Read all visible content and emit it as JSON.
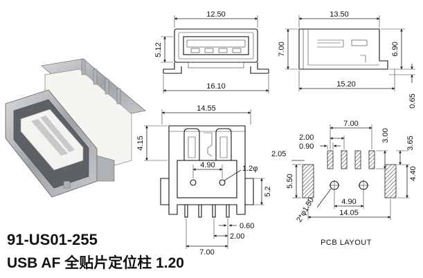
{
  "title": {
    "part_number": "91-US01-255",
    "description": "USB AF 全贴片定位柱 1.20"
  },
  "front_view": {
    "width": "12.50",
    "height": "5.12",
    "total_width": "16.10"
  },
  "side_view": {
    "length": "13.50",
    "height": "7.00",
    "pin_height": "6.90",
    "base_length": "15.20",
    "pin_offset": "0.65"
  },
  "bottom_view": {
    "width": "14.55",
    "height": "4.15",
    "post_spacing": "4.90",
    "post_dia": "1.2φ",
    "side_height": "5.2",
    "pin_width": "0.60",
    "pin_pitch": "2.00",
    "pin_span": "7.00"
  },
  "pcb_layout": {
    "caption": "PCB LAYOUT",
    "pad_span": "7.00",
    "pin_pitch": "2.00",
    "pad_width": "0.90",
    "pad_length": "3.00",
    "offset_left": "2.05",
    "offset_right": "3.65",
    "shell_height": "5.50",
    "shell_pad": "4.40",
    "hole_dia": "2*φ1.50",
    "hole_spacing": "4.90",
    "total_width": "14.05"
  },
  "colors": {
    "line": "#222222",
    "text": "#111111",
    "metal": "#b9bcc0",
    "insulator": "#ffffff"
  }
}
